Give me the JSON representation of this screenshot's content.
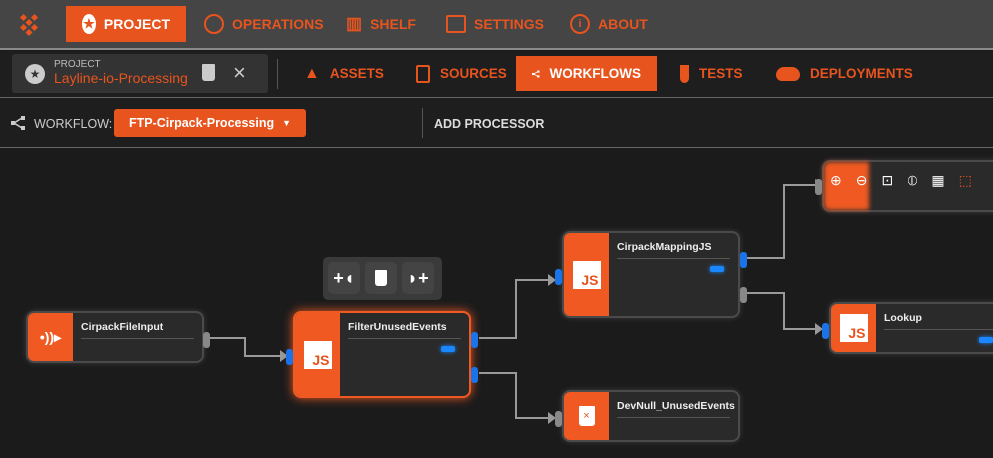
{
  "topnav": {
    "items": [
      {
        "label": "PROJECT",
        "icon": "star-circle-icon",
        "active": true
      },
      {
        "label": "OPERATIONS",
        "icon": "gauge-icon"
      },
      {
        "label": "SHELF",
        "icon": "books-icon"
      },
      {
        "label": "SETTINGS",
        "icon": "settings-panel-icon"
      },
      {
        "label": "ABOUT",
        "icon": "info-icon"
      }
    ]
  },
  "project": {
    "caption": "PROJECT",
    "name": "Layline-io-Processing"
  },
  "tabs": [
    {
      "label": "ASSETS",
      "icon": "shapes-icon"
    },
    {
      "label": "SOURCES",
      "icon": "document-edit-icon"
    },
    {
      "label": "WORKFLOWS",
      "icon": "workflow-icon",
      "active": true
    },
    {
      "label": "TESTS",
      "icon": "test-tube-icon"
    },
    {
      "label": "DEPLOYMENTS",
      "icon": "cloud-upload-icon"
    }
  ],
  "toolbar": {
    "workflow_label": "WORKFLOW:",
    "workflow_value": "FTP-Cirpack-Processing",
    "add_processor": "ADD PROCESSOR"
  },
  "nodes": {
    "input": "CirpackFileInput",
    "filter": "FilterUnusedEvents",
    "mapping": "CirpackMappingJS",
    "devnull": "DevNull_UnusedEvents",
    "lookup": "Lookup",
    "js_label": "JS"
  },
  "colors": {
    "accent": "#e8541e",
    "port": "#1a73e8",
    "canvas": "#1b1b1c"
  }
}
